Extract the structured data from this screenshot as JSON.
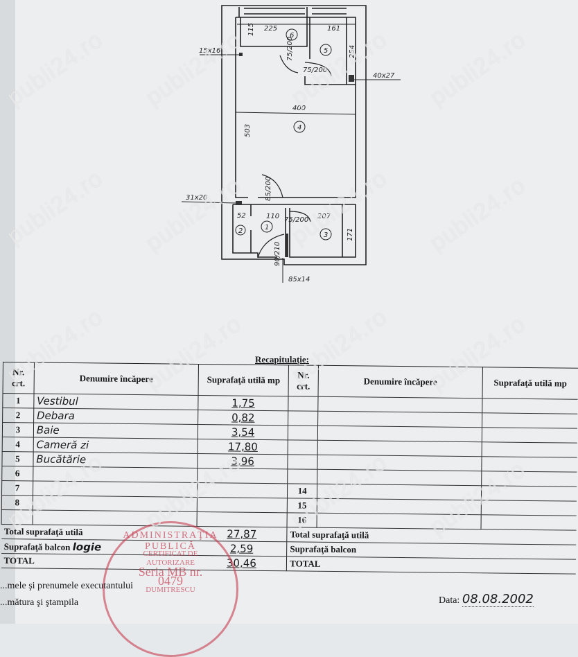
{
  "floor_plan": {
    "dimensions": {
      "room6_width": "225",
      "room5_width": "161",
      "room6_depth": "115",
      "room5_depth": "254",
      "vent_top_left": "15x16",
      "vent_right": "40x27",
      "door_6": "75/200",
      "door_5": "75/200",
      "room4_width": "400",
      "room4_depth": "503",
      "door_4": "85/200",
      "vent_bottom_left": "31x20",
      "room2_width": "52",
      "room1_width": "110",
      "door_3": "75/200",
      "room3_width": "207",
      "room3_depth": "171",
      "entry_door": "90/210",
      "vent_entry": "85x14"
    },
    "room_numbers": [
      "1",
      "2",
      "3",
      "4",
      "5",
      "6"
    ]
  },
  "table": {
    "title": "Recapitulaţie:",
    "headers": {
      "nr": "Nr. crt.",
      "name": "Denumire încăpere",
      "area": "Suprafaţă utilă mp"
    },
    "rows": [
      {
        "nr": "1",
        "name": "Vestibul",
        "area": "1,75"
      },
      {
        "nr": "2",
        "name": "Debara",
        "area": "0,82"
      },
      {
        "nr": "3",
        "name": "Baie",
        "area": "3,54"
      },
      {
        "nr": "4",
        "name": "Cameră zi",
        "area": "17,80"
      },
      {
        "nr": "5",
        "name": "Bucătărie",
        "area": "3,96"
      },
      {
        "nr": "6",
        "name": "",
        "area": ""
      },
      {
        "nr": "7",
        "name": "",
        "area": ""
      },
      {
        "nr": "8",
        "name": "",
        "area": ""
      }
    ],
    "right_rows": [
      "14",
      "15",
      "16"
    ],
    "total_util_label": "Total suprafaţă utilă",
    "total_util": "27,87",
    "balcon_label": "Suprafaţă balcon",
    "balcon_note": "logie",
    "balcon": "2,59",
    "total_label": "TOTAL",
    "total": "30,46"
  },
  "footer": {
    "name_label": "...mele şi prenumele executantului",
    "sign_label": "...mătura şi ştampila",
    "date_label": "Data:",
    "date": "08.08.2002"
  },
  "stamp": {
    "ring": "ADMINISTRAŢIA PUBLICĂ",
    "title": "CERTIFICAT DE AUTORIZARE",
    "serie": "Seria MB nr. 0479",
    "name": "DUMITRESCU"
  },
  "watermark": "publi24.ro"
}
